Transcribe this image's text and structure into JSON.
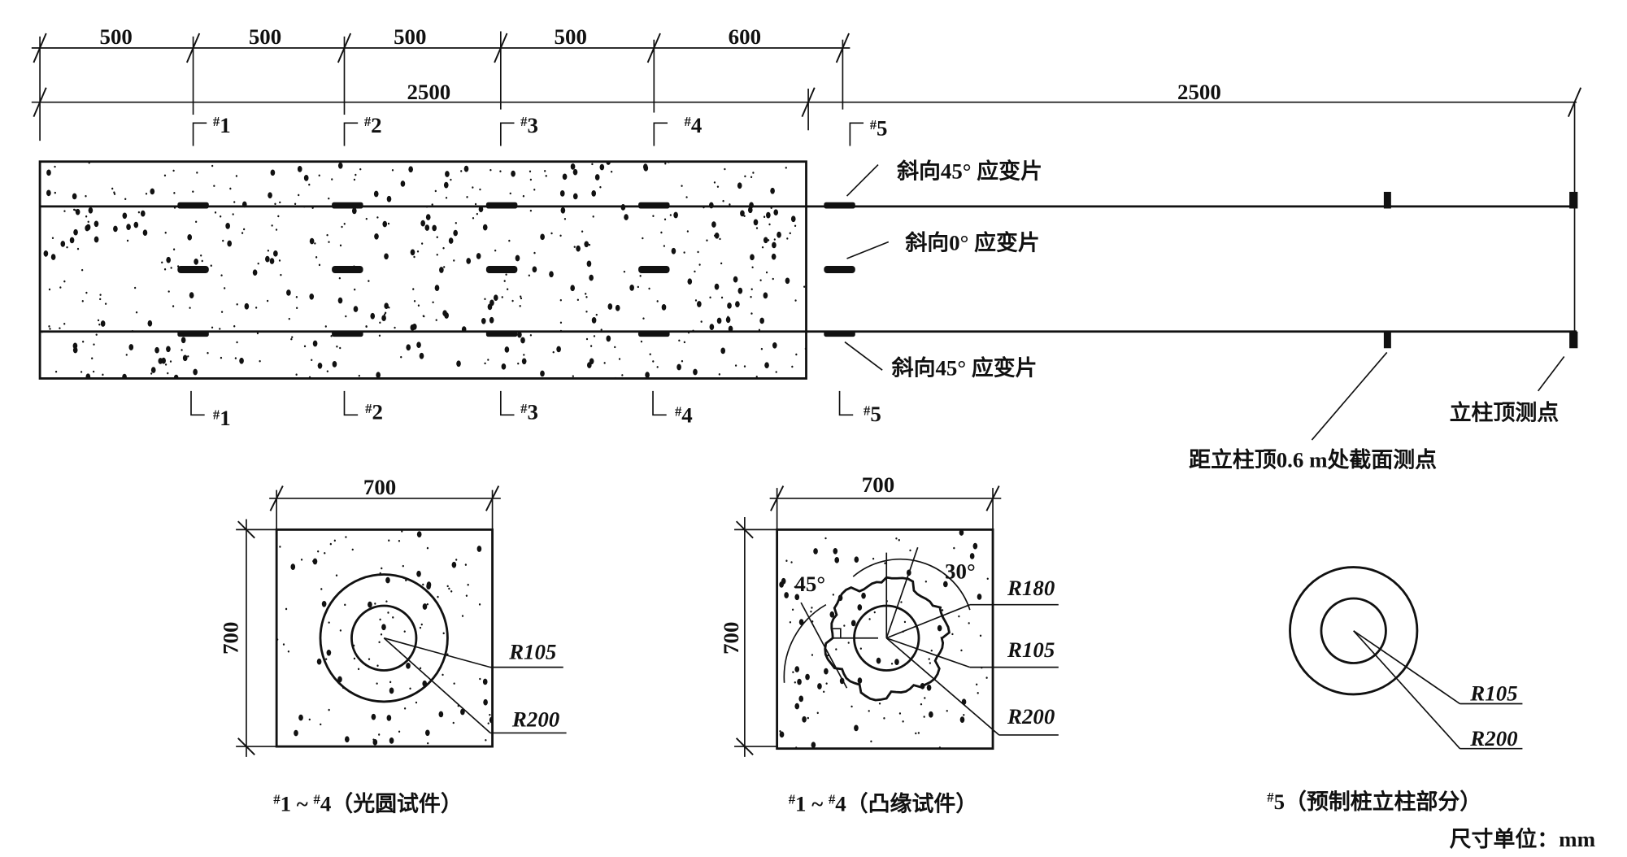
{
  "top_dimensions": {
    "segments": [
      "500",
      "500",
      "500",
      "500",
      "600"
    ],
    "total_left": "2500",
    "total_right": "2500"
  },
  "section_marks": {
    "hash": "#",
    "numbers": [
      "1",
      "2",
      "3",
      "4",
      "5"
    ]
  },
  "gauge_labels": {
    "top": "斜向45°  应变片",
    "middle": "斜向0°  应变片",
    "bottom": "斜向45°  应变片"
  },
  "measure_points": {
    "top_point": "立柱顶测点",
    "section_point": "距立柱顶0.6 m处截面测点"
  },
  "cross_sections": [
    {
      "width": "700",
      "height": "700",
      "r_inner": "R105",
      "r_outer": "R200",
      "caption_hash1": "#",
      "caption_a": "1 ~ ",
      "caption_hash2": "#",
      "caption_b": "4（光圆试件）"
    },
    {
      "width": "700",
      "height": "700",
      "r_flange": "R180",
      "r_inner": "R105",
      "r_outer": "R200",
      "angle_a": "45°",
      "angle_b": "30°",
      "caption_hash1": "#",
      "caption_a": "1 ~ ",
      "caption_hash2": "#",
      "caption_b": "4（凸缘试件）"
    },
    {
      "r_inner": "R105",
      "r_outer": "R200",
      "caption_hash1": "#",
      "caption_b": "5（预制桩立柱部分）"
    }
  ],
  "units_note": "尺寸单位：mm"
}
